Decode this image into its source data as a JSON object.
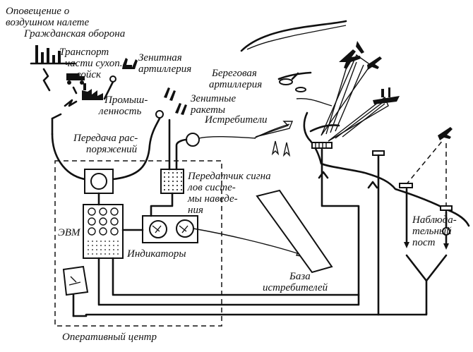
{
  "labels": {
    "alert": [
      "Оповещение о",
      "воздушном налете",
      "Гражданская оборона"
    ],
    "transport": [
      "Транспорт",
      "части сухоп.",
      "войск"
    ],
    "aa_artillery": [
      "Зенитная",
      "артиллерия"
    ],
    "industry": [
      "Промыш-",
      "ленность"
    ],
    "coastal_artillery": [
      "Береговая",
      "артиллерия"
    ],
    "aa_missiles": [
      "Зенитные",
      "ракеты"
    ],
    "fighters": "Истребители",
    "orders": [
      "Передача рас-",
      "поряжений"
    ],
    "transmitter": [
      "Передатчик сигна",
      "лов систе-",
      "мы наведе-",
      "ния"
    ],
    "computer": "ЭВМ",
    "indicators": "Индикаторы",
    "observation_post": [
      "Наблюда-",
      "тельный",
      "пост"
    ],
    "fighter_base": [
      "База",
      "истребителей"
    ],
    "ops_center": "Оперативный центр"
  }
}
